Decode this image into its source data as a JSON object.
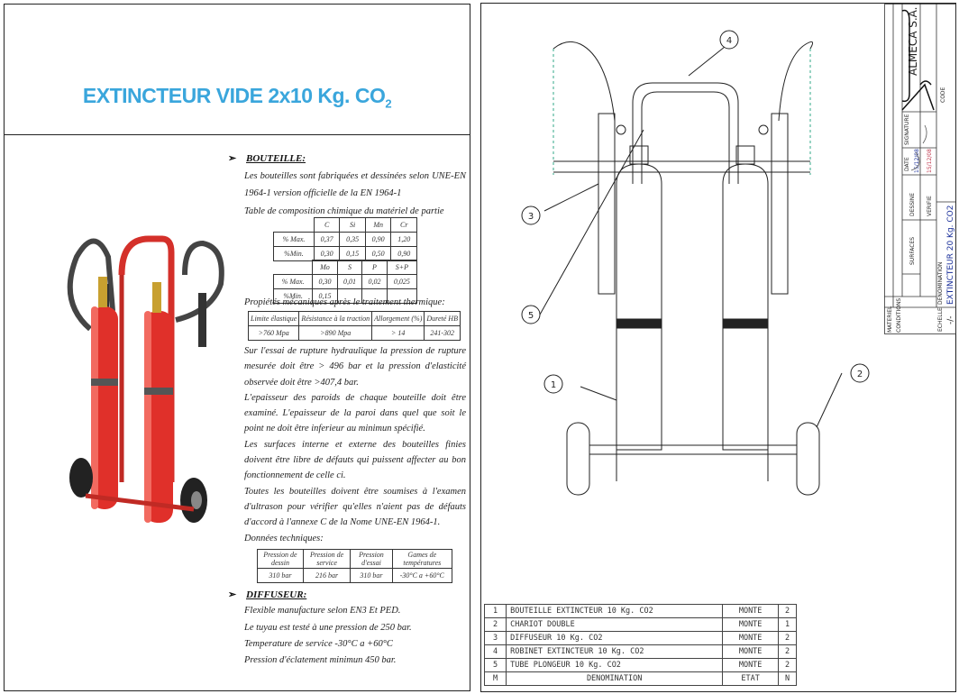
{
  "title": {
    "text": "EXTINCTEUR VIDE 2x10 Kg. CO",
    "sub": "2"
  },
  "bouteille": {
    "heading": "BOUTEILLE:",
    "intro": "Les bouteilles sont fabriquées et dessinées selon UNE-EN 1964-1 version officielle de la EN 1964-1",
    "table_caption": "Table de composition chimique du matériel de partie",
    "chem1": [
      [
        "",
        "C",
        "Si",
        "Mn",
        "Cr"
      ],
      [
        "% Max.",
        "0,37",
        "0,35",
        "0,90",
        "1,20"
      ],
      [
        "%Min.",
        "0,30",
        "0,15",
        "0,50",
        "0,90"
      ]
    ],
    "chem2": [
      [
        "",
        "Mo",
        "S",
        "P",
        "S+P"
      ],
      [
        "% Max.",
        "0,30",
        "0,01",
        "0,02",
        "0,025"
      ],
      [
        "%Min.",
        "0,15",
        "",
        "",
        ""
      ]
    ],
    "mech_caption": "Propiétés mécaniques après le traitement thermique:",
    "mech": [
      [
        "Limite élastique",
        "Résistance à la traction",
        "Allorgement (%)",
        "Dureté HB"
      ],
      [
        ">760 Mpa",
        ">890 Mpa",
        "> 14",
        "241-302"
      ]
    ],
    "p1": "Sur l'essai de rupture hydraulique la pression de rupture mesurée doit être > 496 bar et la pression d'elasticité observée doit être >407,4 bar.",
    "p2": "L'epaisseur des paroids de chaque bouteille doit être examiné. L'epaisseur de la paroi dans quel que soit le point ne doit être inferieur au minimun spécifié.",
    "p3": "Les surfaces interne et externe des bouteilles finies doivent être libre de défauts qui puissent affecter au bon fonctionnement de celle ci.",
    "p4": "Toutes les bouteilles doivent être soumises à l'examen d'ultrason pour vérifier qu'elles n'aient pas de défauts d'accord à l'annexe C de la Nome UNE-EN 1964-1.",
    "tech_caption": "Données techniques:",
    "tech": [
      [
        "Pression de dessin",
        "Pression de service",
        "Pression d'essai",
        "Games de températures"
      ],
      [
        "310 bar",
        "216 bar",
        "310 bar",
        "-30°C a +60°C"
      ]
    ]
  },
  "diffuseur": {
    "heading": "DIFFUSEUR:",
    "lines": [
      "Flexible manufacture selon EN3 Et PED.",
      "Le tuyau est testé à une pression de 250 bar.",
      "Temperature de service -30°C a +60°C",
      "Pression d'éclatement minimun 450 bar."
    ]
  },
  "drawing": {
    "callouts": [
      "1",
      "2",
      "3",
      "4",
      "5"
    ],
    "title_block": {
      "company": "ALMECA S.A.",
      "code_label": "CODE",
      "materiel": "MATERIEL",
      "conditions": "CONDITIONS",
      "surfaces": "SURFACES",
      "date_label": "DATE",
      "signature_label": "SIGNATURE",
      "dessine": "DESSINE",
      "verifie": "VERIFIE",
      "date1": "15/12/08",
      "date2": "15/12/08",
      "echelle_label": "ECHELLE",
      "echelle": "-/-",
      "denomination_label": "DENOMINATION",
      "denomination": "EXTINCTEUR 20 Kg. CO2"
    },
    "parts": [
      [
        "1",
        "BOUTEILLE EXTINCTEUR 10 Kg. CO2",
        "MONTE",
        "2"
      ],
      [
        "2",
        "CHARIOT DOUBLE",
        "MONTE",
        "1"
      ],
      [
        "3",
        "DIFFUSEUR 10 Kg. CO2",
        "MONTE",
        "2"
      ],
      [
        "4",
        "ROBINET EXTINCTEUR 10 Kg. CO2",
        "MONTE",
        "2"
      ],
      [
        "5",
        "TUBE PLONGEUR 10 Kg. CO2",
        "MONTE",
        "2"
      ],
      [
        "M",
        "DENOMINATION",
        "ETAT",
        "N"
      ]
    ]
  },
  "colors": {
    "title": "#3aa6dc",
    "red": "#e0302a",
    "date2": "#c0334a",
    "blue": "#1a2f9a"
  }
}
